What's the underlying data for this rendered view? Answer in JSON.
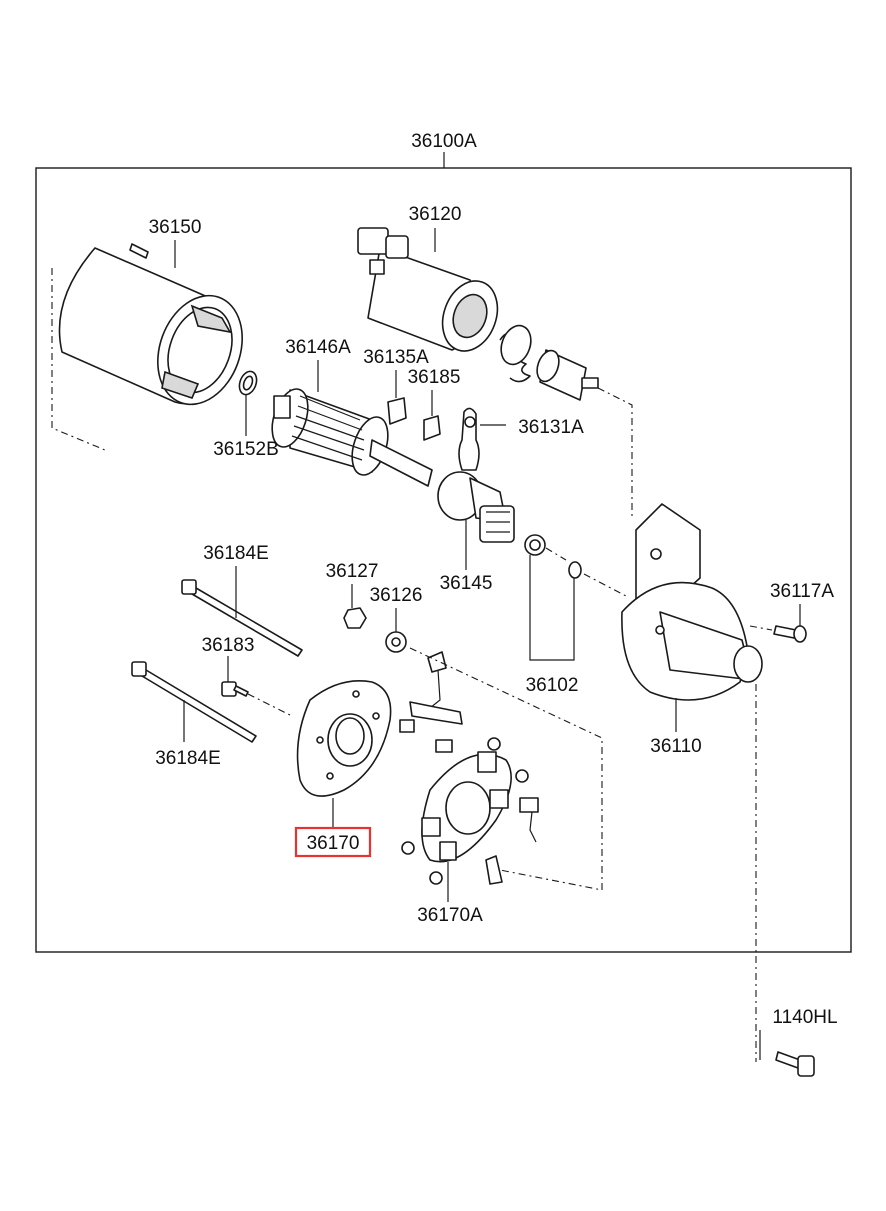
{
  "assembly_label": "36100A",
  "parts": [
    {
      "id": "p36150",
      "label": "36150"
    },
    {
      "id": "p36120",
      "label": "36120"
    },
    {
      "id": "p36146A",
      "label": "36146A"
    },
    {
      "id": "p36135A",
      "label": "36135A"
    },
    {
      "id": "p36185",
      "label": "36185"
    },
    {
      "id": "p36131A",
      "label": "36131A"
    },
    {
      "id": "p36152B",
      "label": "36152B"
    },
    {
      "id": "p36145",
      "label": "36145"
    },
    {
      "id": "p36184E_top",
      "label": "36184E"
    },
    {
      "id": "p36127",
      "label": "36127"
    },
    {
      "id": "p36126",
      "label": "36126"
    },
    {
      "id": "p36117A",
      "label": "36117A"
    },
    {
      "id": "p36183",
      "label": "36183"
    },
    {
      "id": "p36102",
      "label": "36102"
    },
    {
      "id": "p36110",
      "label": "36110"
    },
    {
      "id": "p36184E_bottom",
      "label": "36184E"
    },
    {
      "id": "p36170",
      "label": "36170",
      "highlighted": true
    },
    {
      "id": "p36170A",
      "label": "36170A"
    },
    {
      "id": "p1140HL",
      "label": "1140HL"
    }
  ],
  "colors": {
    "line": "#1a1a1a",
    "highlight": "#e8322f"
  }
}
